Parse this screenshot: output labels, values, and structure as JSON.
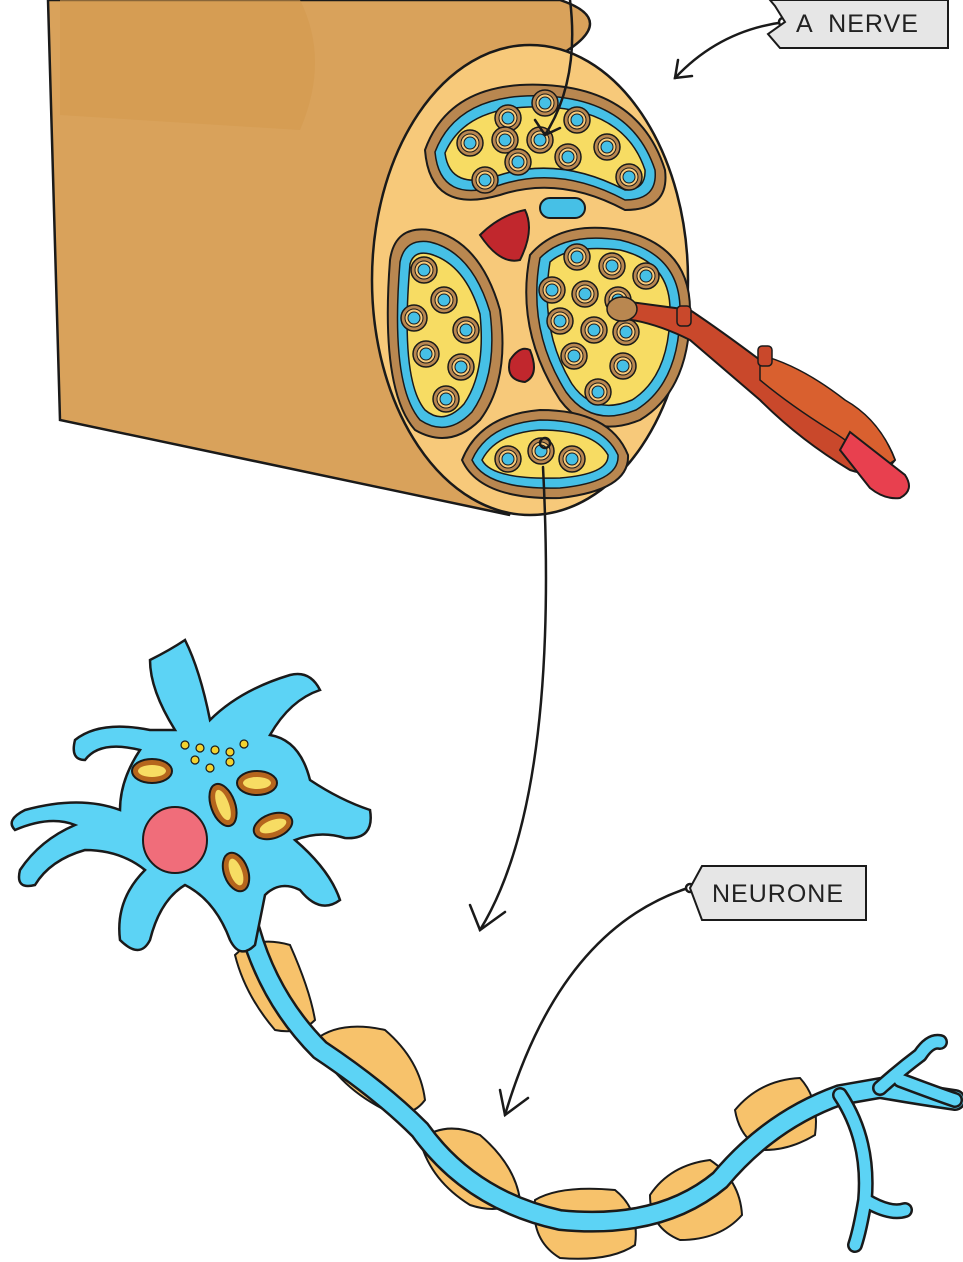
{
  "labels": {
    "nerve": "A  NERVE",
    "neurone": "NEURONE"
  },
  "colors": {
    "nerve_outer": "#d9a25b",
    "nerve_face": "#f7c97a",
    "fascicle_fill": "#f7dc63",
    "sheath_blue": "#46c0e6",
    "axon_blue": "#5cd3f5",
    "myelin_brown": "#b98750",
    "blood_vessel": "#c1272d",
    "neuron_body": "#5cd3f5",
    "nucleus": "#f06d7a",
    "mitochondria": "#b5651d",
    "myelin_sheath": "#f7c26b",
    "vesicles": "#f2d22e",
    "tag_fill": "#e6e6e6",
    "outline": "#1a1a1a"
  },
  "icons": [
    "nerve-cross-section",
    "blood-vessel-icon",
    "neurone-illustration",
    "label-tag-icon"
  ]
}
